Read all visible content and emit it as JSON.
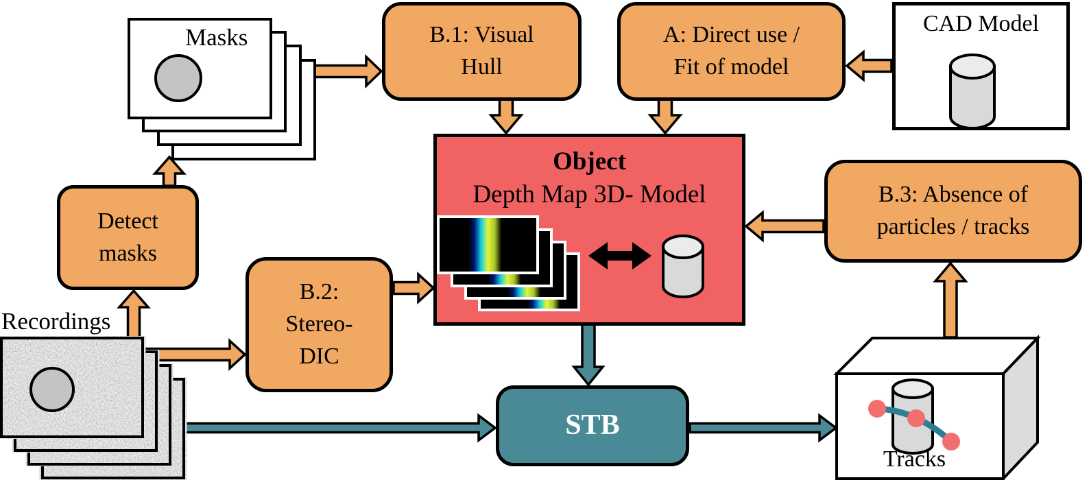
{
  "diagram": {
    "masks": {
      "label": "Masks"
    },
    "detect_masks": {
      "line1": "Detect",
      "line2": "masks"
    },
    "recordings": {
      "label": "Recordings"
    },
    "b1": {
      "line1": "B.1: Visual",
      "line2": "Hull"
    },
    "a": {
      "line1": "A: Direct use /",
      "line2": "Fit of model"
    },
    "cad": {
      "label": "CAD Model"
    },
    "b2": {
      "line1": "B.2:",
      "line2": "Stereo-",
      "line3": "DIC"
    },
    "object": {
      "title": "Object",
      "subtitle": "Depth Map 3D- Model"
    },
    "b3": {
      "line1": "B.3: Absence of",
      "line2": "particles / tracks"
    },
    "stb": {
      "label": "STB"
    },
    "tracks": {
      "label": "Tracks"
    }
  },
  "colors": {
    "orange": "#F0A863",
    "red": "#F16263",
    "teal": "#4A8A96",
    "track_curve_teal": "#2E7E92",
    "track_dot_pink": "#F26F6F",
    "gray_circle": "#C4C4C4",
    "cylinder_body": "#D9D9D9",
    "cylinder_top": "#EBEBEB",
    "box_side_gray": "#DCDCDC",
    "outline": "#000000",
    "card_white": "#FFFFFF"
  },
  "icons": {
    "masks_stack": "stacked-frames-with-circle-icon",
    "recordings_stack": "stacked-speckle-image-icon",
    "cad_cylinder": "cylinder-icon",
    "object_cylinder": "cylinder-icon",
    "tracks_cylinder": "cylinder-icon",
    "depth_map_stack": "depth-map-stack-icon",
    "object_double_arrow": "double-headed-arrow-icon",
    "tracks_box": "3d-box-icon",
    "track_curve": "particle-track-icon"
  }
}
